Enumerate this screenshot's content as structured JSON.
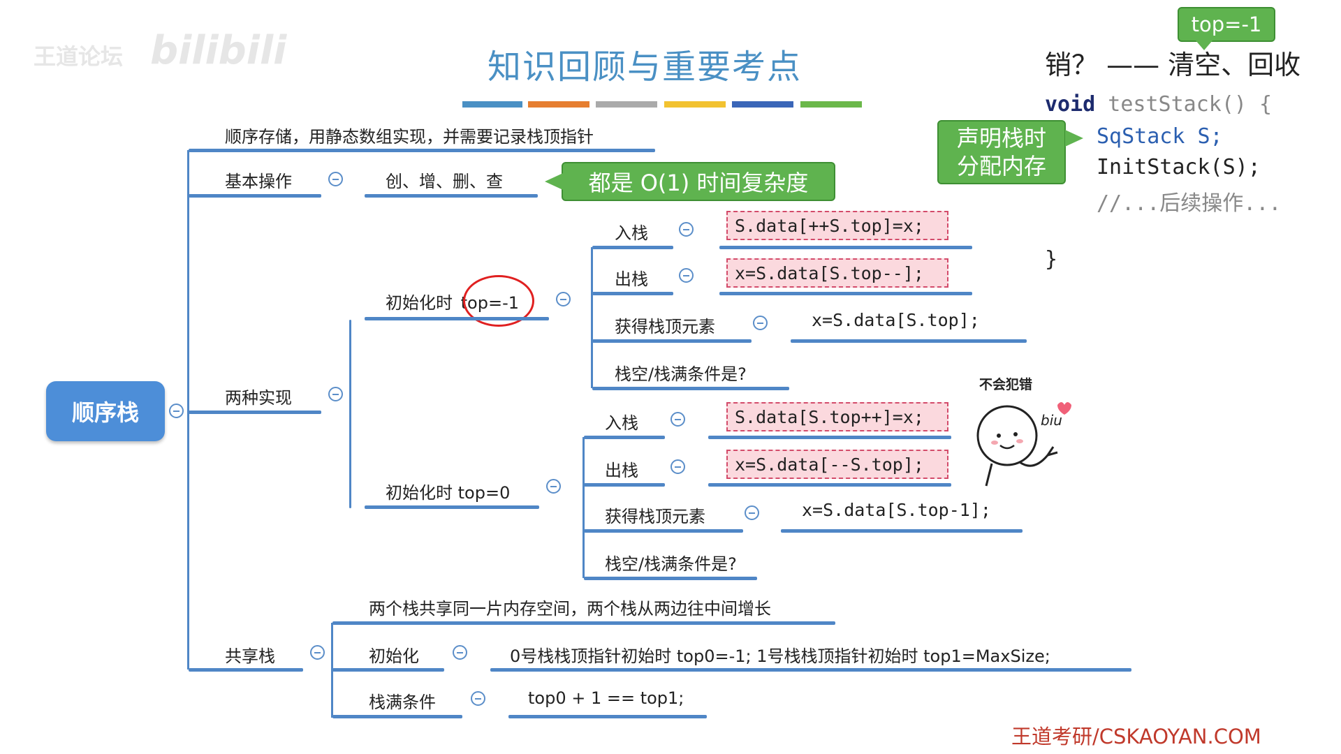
{
  "watermark": {
    "text": "王道论坛",
    "logo": "bilibili"
  },
  "title": "知识回顾与重要考点",
  "colors": {
    "bar1": "#4a90c4",
    "bar2": "#e67e30",
    "bar3": "#aaaaaa",
    "bar4": "#f2c230",
    "bar5": "#3a66b8",
    "bar6": "#6bb84a",
    "line": "#4f86c6",
    "callout": "#5fb34f",
    "footer": "#c0392b"
  },
  "right_panel": {
    "callout_top": "top=-1",
    "destroy_line": "销？ —— 清空、回收",
    "code": {
      "l1_kw": "void",
      "l1_rest": " testStack() {",
      "l2": "SqStack S;",
      "l3": "InitStack(S);",
      "l4": "//...后续操作...",
      "close": "}"
    },
    "callout_alloc_1": "声明栈时",
    "callout_alloc_2": "分配内存"
  },
  "mindmap": {
    "root": "顺序栈",
    "n_storage": "顺序存储，用静态数组实现，并需要记录栈顶指针",
    "n_basic": "基本操作",
    "n_basic_ops": "创、增、删、查",
    "callout_o1": "都是 O(1) 时间复杂度",
    "n_two": "两种实现",
    "n_init_m1_a": "初始化时",
    "n_init_m1_b": "top=-1",
    "m1_push": "入栈",
    "m1_push_code": "S.data[++S.top]=x;",
    "m1_pop": "出栈",
    "m1_pop_code": "x=S.data[S.top--];",
    "m1_get": "获得栈顶元素",
    "m1_get_code": "x=S.data[S.top];",
    "m1_cond": "栈空/栈满条件是?",
    "n_init_0": "初始化时 top=0",
    "z_push": "入栈",
    "z_push_code": "S.data[S.top++]=x;",
    "z_pop": "出栈",
    "z_pop_code": "x=S.data[--S.top];",
    "z_get": "获得栈顶元素",
    "z_get_code": "x=S.data[S.top-1];",
    "z_cond": "栈空/栈满条件是?",
    "n_shared": "共享栈",
    "shared_desc": "两个栈共享同一片内存空间，两个栈从两边往中间增长",
    "shared_init": "初始化",
    "shared_init_text": "0号栈栈顶指针初始时 top0=-1;   1号栈栈顶指针初始时  top1=MaxSize;",
    "shared_full": "栈满条件",
    "shared_full_text": "top0 + 1 == top1;"
  },
  "sticker": {
    "caption": "不会犯错",
    "biu": "biu"
  },
  "footer": "王道考研/CSKAOYAN.COM"
}
